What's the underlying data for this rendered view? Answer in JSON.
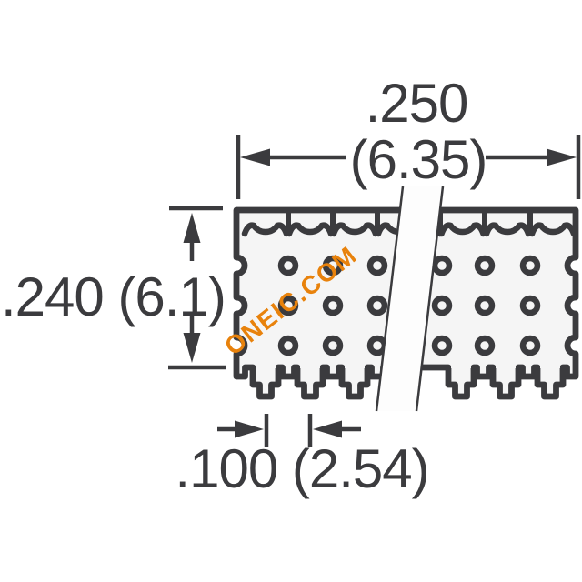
{
  "watermark": {
    "text": "ONEIC.COM",
    "color": "#e8820c"
  },
  "dimensions": {
    "width_top": {
      "inches": ".250",
      "mm": "(6.35)"
    },
    "height_left": {
      "label": ".240 (6.1)"
    },
    "pitch_bottom": {
      "label": ".100 (2.54)"
    }
  },
  "colors": {
    "line": "#3b3b3e",
    "body_fill": "#f5f5f5",
    "break_band_fill": "#fdfdfd",
    "background": "#ffffff",
    "watermark": "#e8820c"
  }
}
